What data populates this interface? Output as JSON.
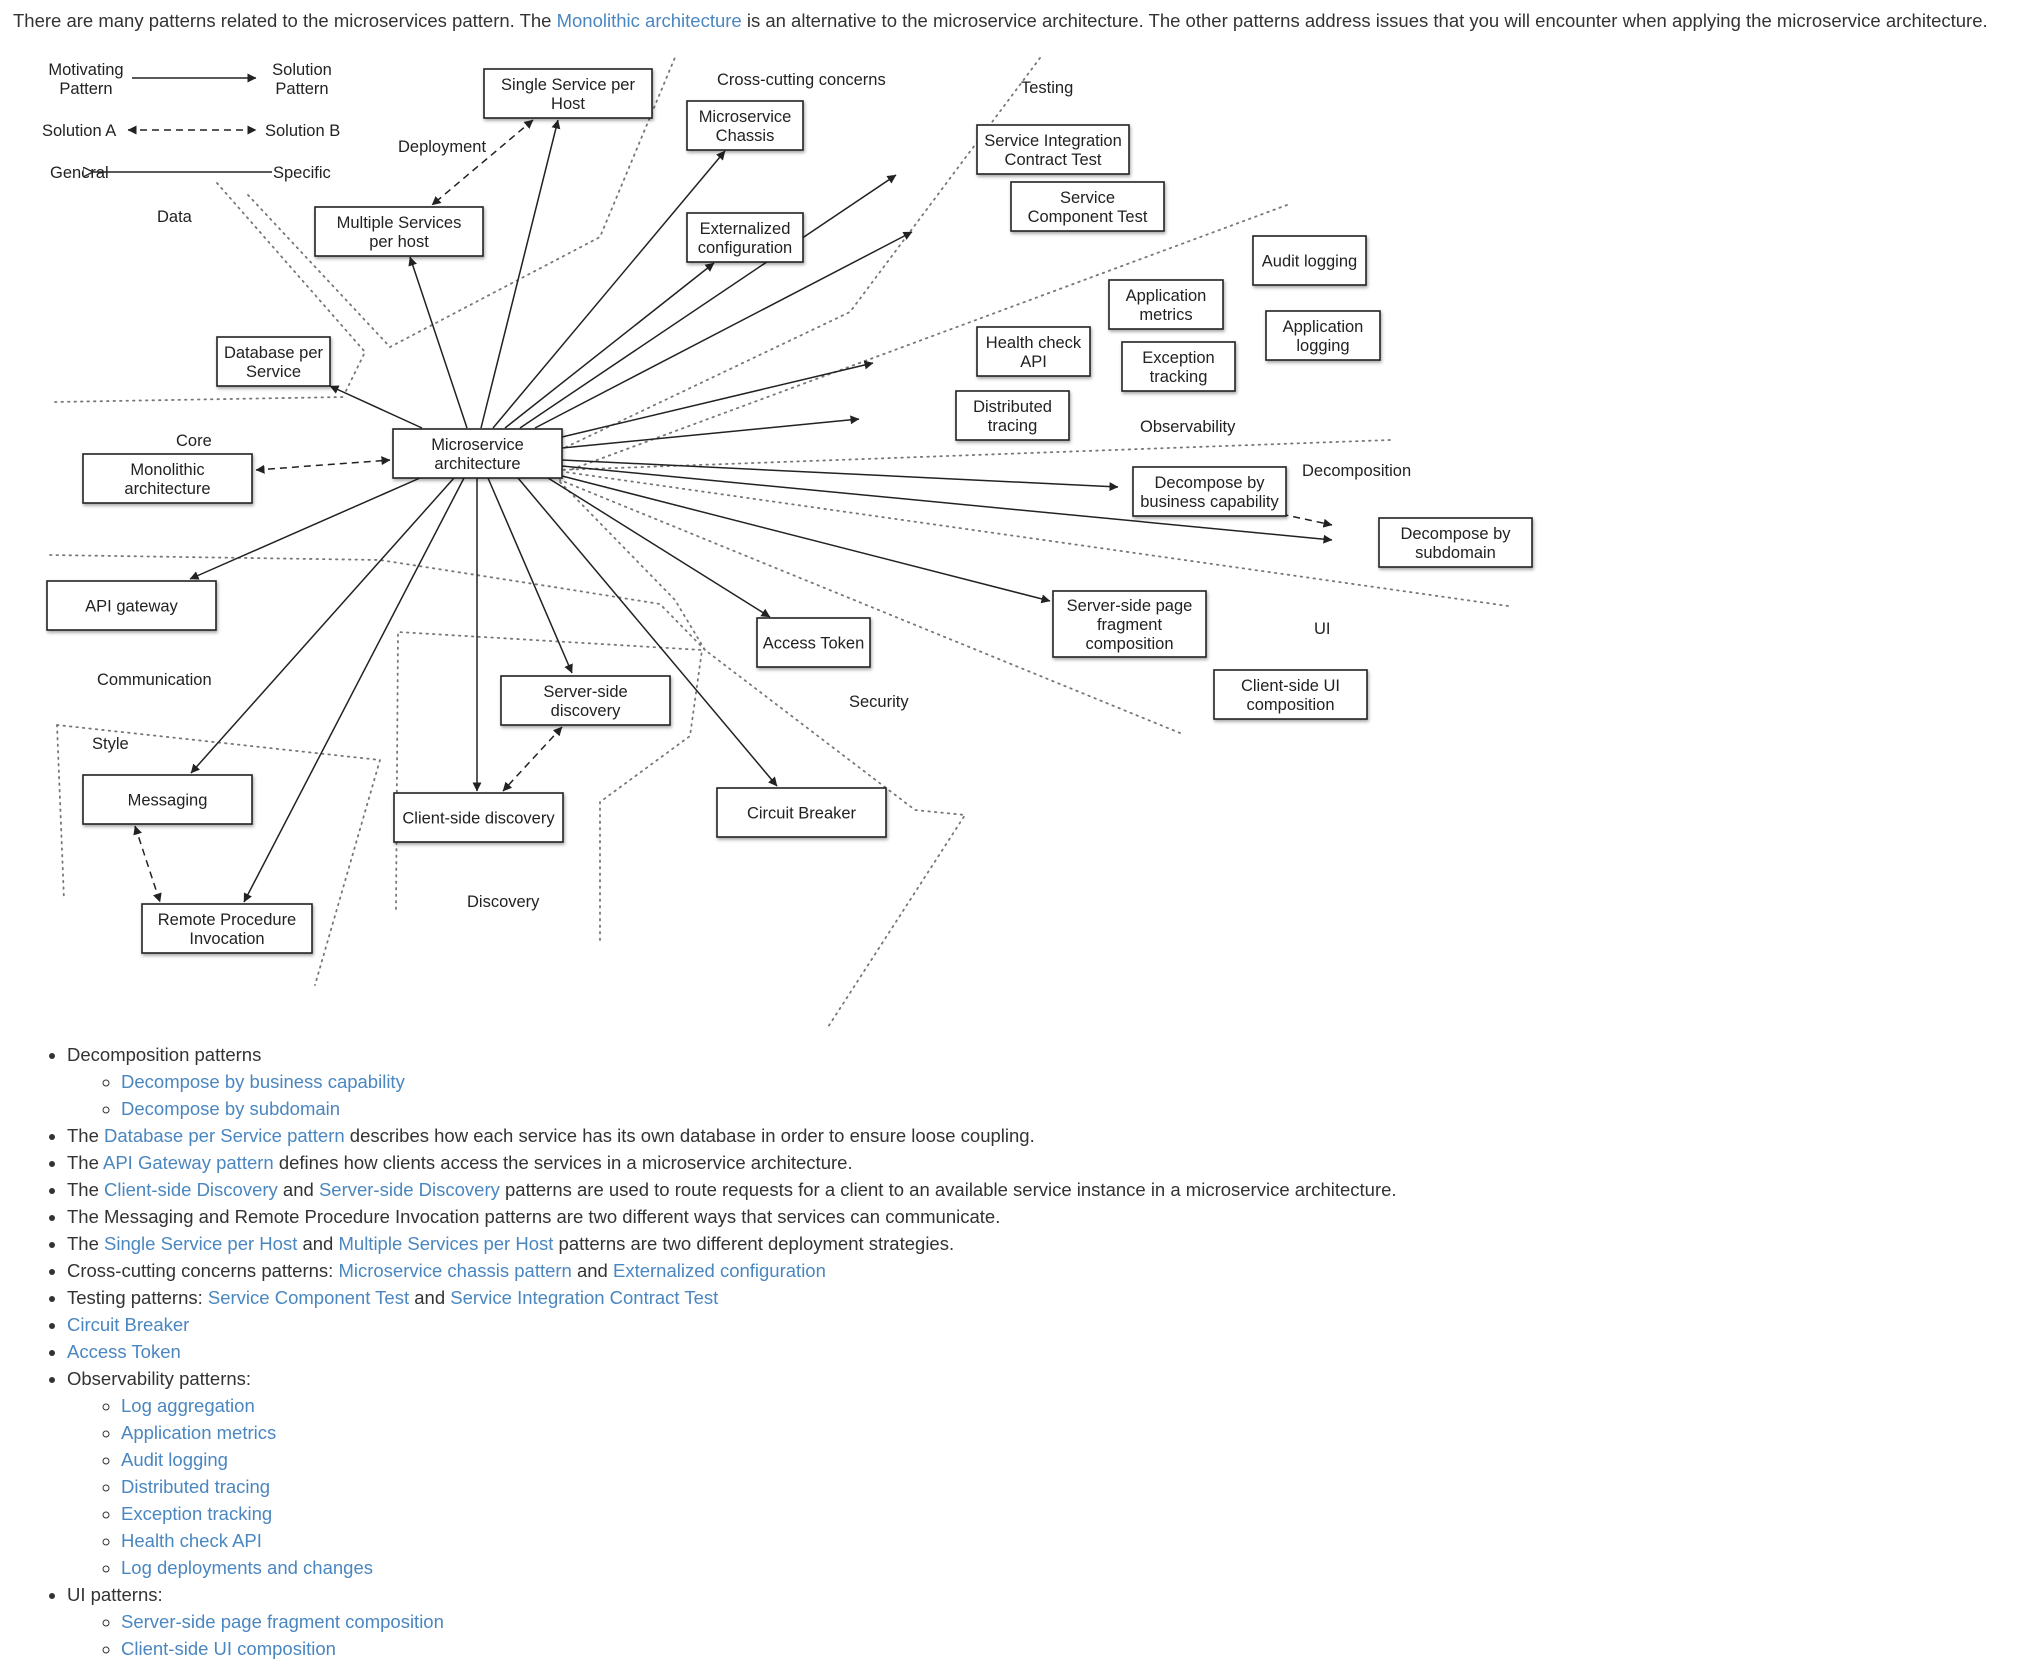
{
  "intro": {
    "before": "There are many patterns related to the microservices pattern. The ",
    "link": "Monolithic architecture",
    "after": " is an alternative to the microservice architecture. The other patterns address issues that you will encounter when applying the microservice architecture."
  },
  "legend": {
    "motivating": [
      "Motivating",
      "Pattern"
    ],
    "solution": [
      "Solution",
      "Pattern"
    ],
    "solution_a": "Solution A",
    "solution_b": "Solution B",
    "general": "General",
    "specific": "Specific"
  },
  "regions": {
    "data": "Data",
    "deployment": "Deployment",
    "cross_cutting": "Cross-cutting concerns",
    "testing": "Testing",
    "observability": "Observability",
    "core": "Core",
    "decomposition": "Decomposition",
    "ui": "UI",
    "communication": "Communication",
    "style": "Style",
    "security": "Security",
    "discovery": "Discovery"
  },
  "nodes": {
    "microservice": [
      "Microservice",
      "architecture"
    ],
    "monolithic": [
      "Monolithic",
      "architecture"
    ],
    "api_gateway": [
      "API gateway"
    ],
    "database_per_service": [
      "Database per",
      "Service"
    ],
    "multiple_services": [
      "Multiple Services",
      "per host"
    ],
    "single_service": [
      "Single Service per",
      "Host"
    ],
    "chassis": [
      "Microservice",
      "Chassis"
    ],
    "externalized_config": [
      "Externalized",
      "configuration"
    ],
    "integration_contract_test": [
      "Service Integration",
      "Contract Test"
    ],
    "component_test": [
      "Service",
      "Component Test"
    ],
    "audit_logging": [
      "Audit logging"
    ],
    "app_metrics": [
      "Application",
      "metrics"
    ],
    "app_logging": [
      "Application",
      "logging"
    ],
    "health_check": [
      "Health check",
      "API"
    ],
    "exception_tracking": [
      "Exception",
      "tracking"
    ],
    "distributed_tracing": [
      "Distributed",
      "tracing"
    ],
    "decompose_business": [
      "Decompose by",
      "business capability"
    ],
    "decompose_subdomain": [
      "Decompose by",
      "subdomain"
    ],
    "server_side_page": [
      "Server-side page",
      "fragment",
      "composition"
    ],
    "client_side_ui": [
      "Client-side  UI",
      "composition"
    ],
    "access_token": [
      "Access Token"
    ],
    "server_side_discovery": [
      "Server-side",
      "discovery"
    ],
    "client_side_discovery": [
      "Client-side discovery"
    ],
    "circuit_breaker": [
      "Circuit Breaker"
    ],
    "messaging": [
      "Messaging"
    ],
    "rpi": [
      "Remote Procedure",
      "Invocation"
    ]
  },
  "list": {
    "decomposition": {
      "label": "Decomposition patterns",
      "items": [
        "Decompose by business capability",
        "Decompose by subdomain"
      ]
    },
    "database": {
      "pre": "The ",
      "link": "Database per Service pattern",
      "post": " describes how each service has its own database in order to ensure loose coupling."
    },
    "api_gateway": {
      "pre": "The ",
      "link": "API Gateway pattern",
      "post": " defines how clients access the services in a microservice architecture."
    },
    "discovery": {
      "pre": "The ",
      "link1": "Client-side Discovery",
      "mid": " and ",
      "link2": "Server-side Discovery",
      "post": " patterns are used to route requests for a client to an available service instance in a microservice architecture."
    },
    "communication": "The Messaging and Remote Procedure Invocation patterns are two different ways that services can communicate.",
    "deployment": {
      "pre": "The ",
      "link1": "Single Service per Host",
      "mid": " and ",
      "link2": "Multiple Services per Host",
      "post": " patterns are two different deployment strategies."
    },
    "cross_cutting": {
      "pre": "Cross-cutting concerns patterns: ",
      "link1": "Microservice chassis pattern",
      "mid": " and ",
      "link2": "Externalized configuration"
    },
    "testing": {
      "pre": "Testing patterns: ",
      "link1": "Service Component Test",
      "mid": " and ",
      "link2": "Service Integration Contract Test"
    },
    "circuit_breaker": "Circuit Breaker",
    "access_token": "Access Token",
    "observability": {
      "label": "Observability patterns:",
      "items": [
        "Log aggregation",
        "Application metrics",
        "Audit logging",
        "Distributed tracing",
        "Exception tracking",
        "Health check API",
        "Log deployments and changes"
      ]
    },
    "ui": {
      "label": "UI patterns:",
      "items": [
        "Server-side page fragment composition",
        "Client-side UI composition"
      ]
    }
  },
  "colors": {
    "link": "#4a86c0",
    "text": "#333333",
    "box_stroke": "#222222"
  }
}
